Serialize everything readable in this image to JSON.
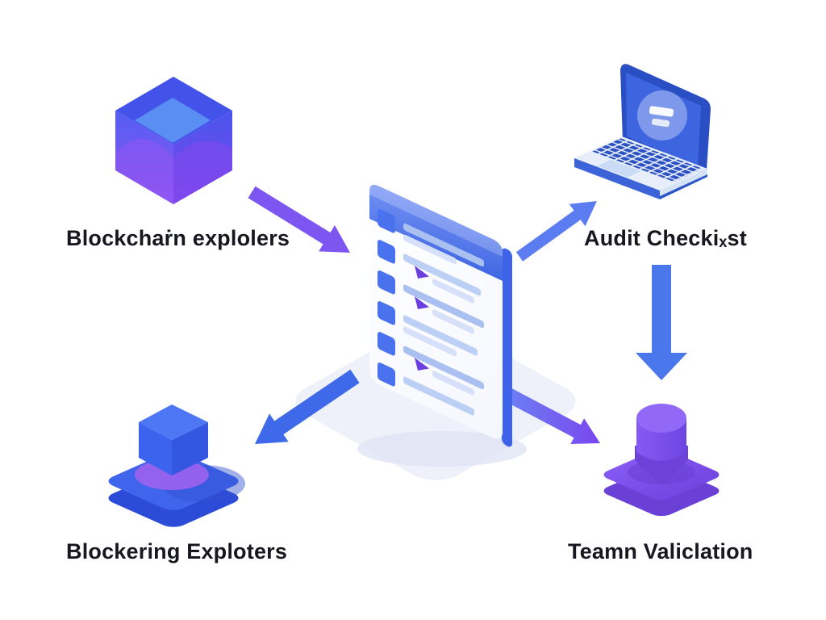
{
  "diagram": {
    "background": "#ffffff",
    "nodes": {
      "blockchain": {
        "label": "Blockchaṙn explolers",
        "icon": "cube-3d-icon",
        "position": "top-left"
      },
      "audit": {
        "label": "Audit Checkiₓst",
        "icon": "laptop-icon",
        "position": "top-right"
      },
      "checklist": {
        "label": "",
        "icon": "checklist-document-icon",
        "position": "center"
      },
      "explorer": {
        "label": "Blockering Exploters",
        "icon": "cube-on-platform-icon",
        "position": "bottom-left"
      },
      "validation": {
        "label": "Teamn Valiclation",
        "icon": "stamp-icon",
        "position": "bottom-right"
      }
    },
    "edges": [
      {
        "from": "blockchain",
        "to": "checklist",
        "direction": "down-right",
        "color": "#7d55f0"
      },
      {
        "from": "checklist",
        "to": "audit",
        "direction": "up-right",
        "color": "#5c7df2"
      },
      {
        "from": "audit",
        "to": "validation",
        "direction": "down",
        "color": "#4a78ec"
      },
      {
        "from": "checklist",
        "to": "explorer",
        "direction": "down-left",
        "color": "#3e69e9"
      },
      {
        "from": "checklist",
        "to": "validation",
        "direction": "down-right",
        "color_start": "#6b80f2",
        "color_end": "#7b47f0"
      }
    ],
    "colors": {
      "text": "#17171f",
      "blue": "#4169ee",
      "royal_blue": "#3d66e2",
      "purple": "#7b4ff0",
      "light_purple_inner_face": "#5b8ef2",
      "platform_lavender": "#eef1fa",
      "checkbox_blue": "#4b72ee",
      "line_light_blue": "#adc3f2",
      "check_mark_purple": "#6a3ee0"
    }
  }
}
